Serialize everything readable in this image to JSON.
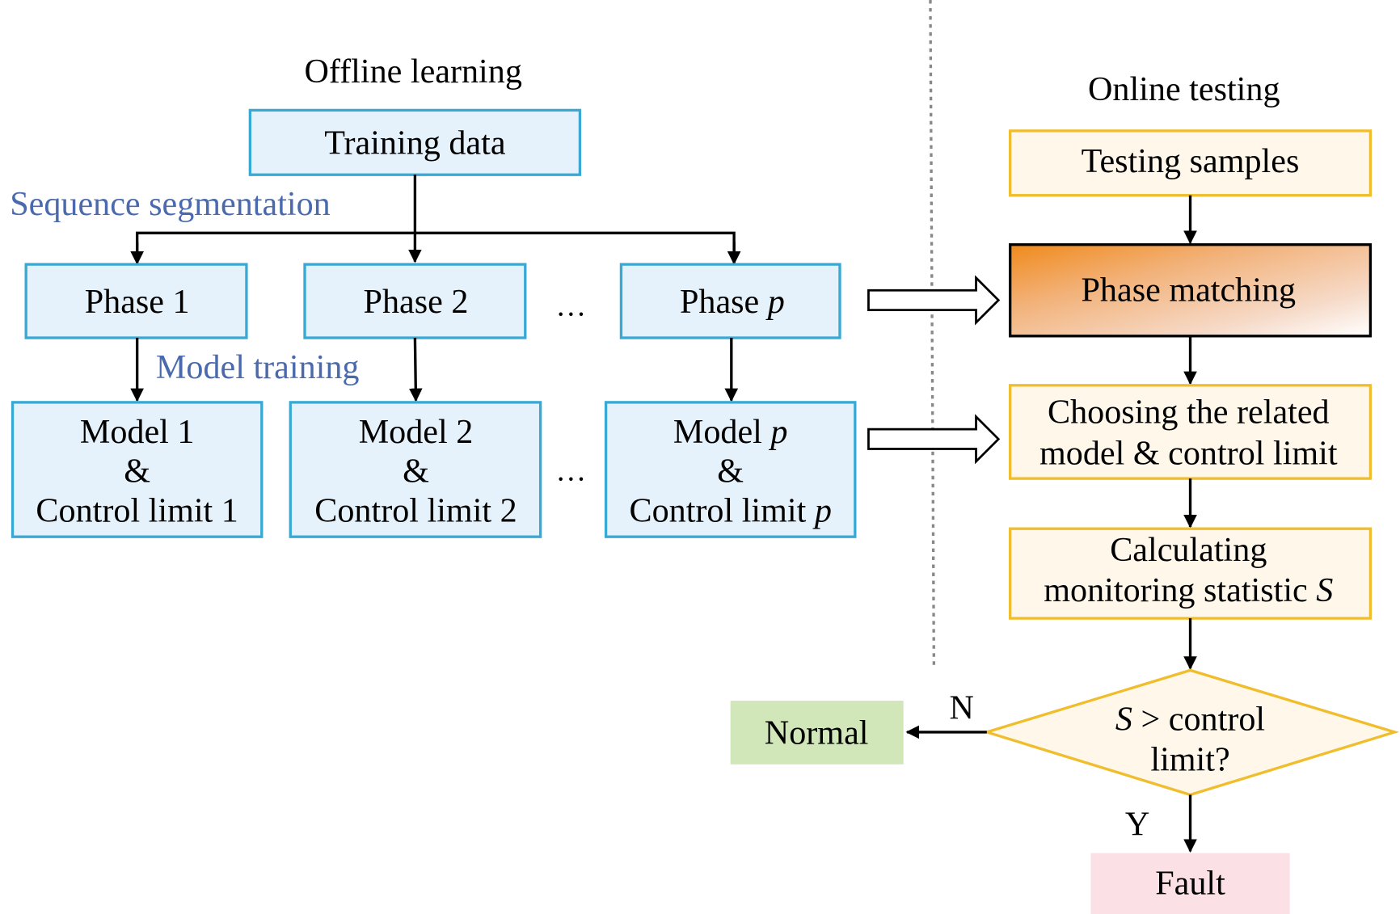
{
  "colors": {
    "offline_box_fill": "#e6f2fb",
    "offline_box_stroke": "#38a9d4",
    "online_box_fill": "#fef7ea",
    "online_box_stroke": "#f0bd2c",
    "phase_matching_gradient_start": "#f08a1c",
    "phase_matching_gradient_end": "#ffffff",
    "step_label_color": "#4a6aad",
    "normal_fill": "#d1e6b9",
    "fault_fill": "#fbe1e6",
    "divider": "#888888"
  },
  "offline": {
    "title": "Offline learning",
    "training_data": "Training data",
    "segmentation_label": "Sequence segmentation",
    "training_label": "Model training",
    "ellipsis": "…",
    "phases": [
      {
        "name": "Phase",
        "index": "1",
        "index_italic": false
      },
      {
        "name": "Phase",
        "index": "2",
        "index_italic": false
      },
      {
        "name": "Phase",
        "index": "p",
        "index_italic": true
      }
    ],
    "models": [
      {
        "line1": "Model",
        "index": "1",
        "amp": "&",
        "line3": "Control limit",
        "italic": false
      },
      {
        "line1": "Model",
        "index": "2",
        "amp": "&",
        "line3": "Control limit",
        "italic": false
      },
      {
        "line1": "Model",
        "index": "p",
        "amp": "&",
        "line3": "Control limit",
        "italic": true
      }
    ]
  },
  "online": {
    "title": "Online testing",
    "testing_samples": "Testing samples",
    "phase_matching": "Phase matching",
    "choosing_line1": "Choosing the related",
    "choosing_line2": "model & control limit",
    "calculating_line1": "Calculating",
    "calculating_line2": "monitoring statistic",
    "statistic_symbol": "S",
    "decision_symbol": "S",
    "decision_line1": " > control",
    "decision_line2": "limit?",
    "no_label": "N",
    "yes_label": "Y",
    "normal": "Normal",
    "fault": "Fault"
  }
}
